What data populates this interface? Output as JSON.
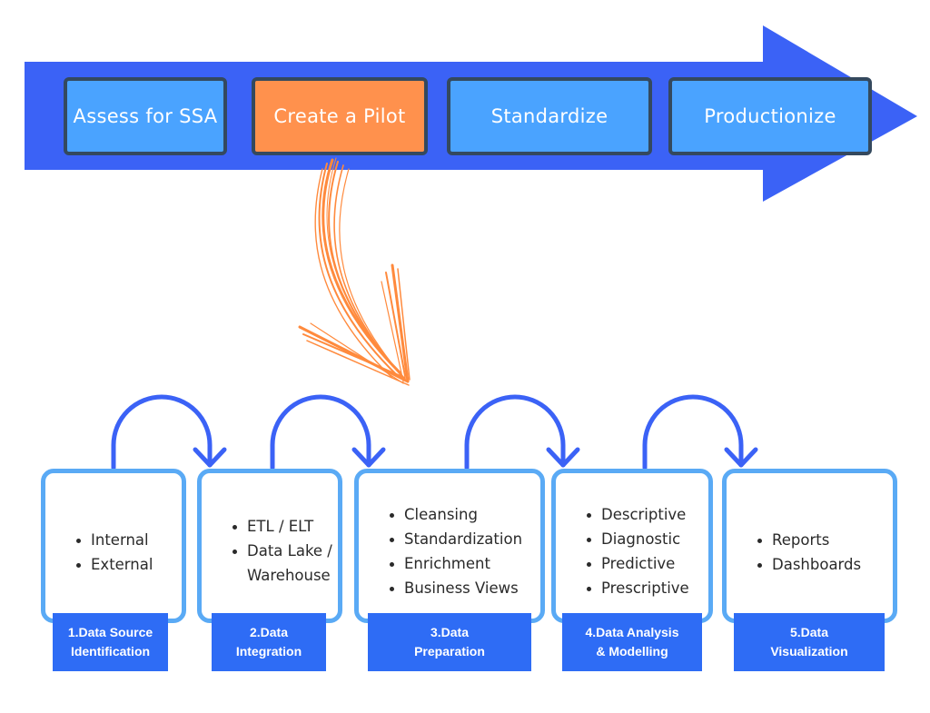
{
  "phases": [
    {
      "label": "Assess for SSA",
      "color": "#4aa3ff"
    },
    {
      "label": "Create a Pilot",
      "color": "#ff914d"
    },
    {
      "label": "Standardize",
      "color": "#4aa3ff"
    },
    {
      "label": "Productionize",
      "color": "#4aa3ff"
    }
  ],
  "steps": [
    {
      "label_line1": "1.Data Source",
      "label_line2": "Identification",
      "items": [
        "Internal",
        "External"
      ]
    },
    {
      "label_line1": "2.Data",
      "label_line2": "Integration",
      "items": [
        "ETL / ELT",
        "Data Lake /",
        "Warehouse"
      ]
    },
    {
      "label_line1": "3.Data",
      "label_line2": "Preparation",
      "items": [
        "Cleansing",
        "Standardization",
        "Enrichment",
        "Business Views"
      ]
    },
    {
      "label_line1": "4.Data Analysis",
      "label_line2": "& Modelling",
      "items": [
        "Descriptive",
        "Diagnostic",
        "Predictive",
        "Prescriptive"
      ]
    },
    {
      "label_line1": "5.Data",
      "label_line2": "Visualization",
      "items": [
        "Reports",
        "Dashboards"
      ]
    }
  ],
  "colors": {
    "banner_arrow": "#3b62f6",
    "loop_arrows": "#3b62f6",
    "card_border": "#5aaaf5",
    "step_label_bg": "#2e6cf5",
    "pilot_arrow": "#ff8a3d",
    "phase_border": "#34495e"
  },
  "icons": [
    "big-arrow-icon",
    "sketch-arrow-icon",
    "loop-arrow-icon"
  ]
}
